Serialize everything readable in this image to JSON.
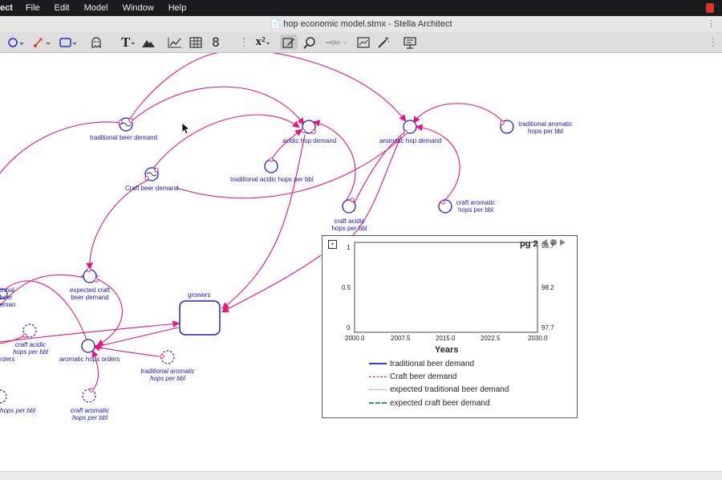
{
  "menubar": {
    "app": "ect",
    "items": [
      "File",
      "Edit",
      "Model",
      "Window",
      "Help"
    ]
  },
  "window": {
    "title": "hop economic model.stmx - Stella Architect"
  },
  "toolbar": {
    "text_tool": "T",
    "superscript_tool": "x²",
    "number_tool": "8"
  },
  "model": {
    "variables": [
      "traditional beer demand",
      "acidic hop demand",
      "aromatic hop demand",
      "traditional aromatic hops per bbl",
      "Craft beer demand",
      "traditional acidic hops per bbl",
      "craft acidic hops per bbl",
      "craft aromatic hops per bbl",
      "expected craft beer demand",
      "growers",
      "aromatic hops orders",
      "itional beer demand"
    ],
    "ghost_variables": [
      "craft acidic hops per bbl",
      "traditional aromatic hops per bbl",
      "craft aromatic hops per bbl",
      "hops per bbl",
      "rders"
    ]
  },
  "graph": {
    "page_label": "pg 2",
    "xaxis_title": "Years",
    "left_ticks": [
      "1",
      "0.5",
      "0"
    ],
    "right_ticks": [
      "98.7",
      "98.2",
      "97.7"
    ],
    "x_ticks": [
      "2000.0",
      "2007.5",
      "2015.0",
      "2022.5",
      "2030.0"
    ],
    "legend": [
      {
        "label": "traditional beer demand",
        "color": "#2a3bd6",
        "style": "solid"
      },
      {
        "label": "Craft beer demand",
        "color": "#d8283a",
        "style": "dash-dot"
      },
      {
        "label": "expected traditional beer demand",
        "color": "#e05ad0",
        "style": "dotted"
      },
      {
        "label": "expected craft beer demand",
        "color": "#2a9a6a",
        "style": "dashed"
      }
    ]
  },
  "colors": {
    "connector": "#e0197d",
    "variable": "#1c1ca8",
    "menubar": "#1b1b1d"
  }
}
